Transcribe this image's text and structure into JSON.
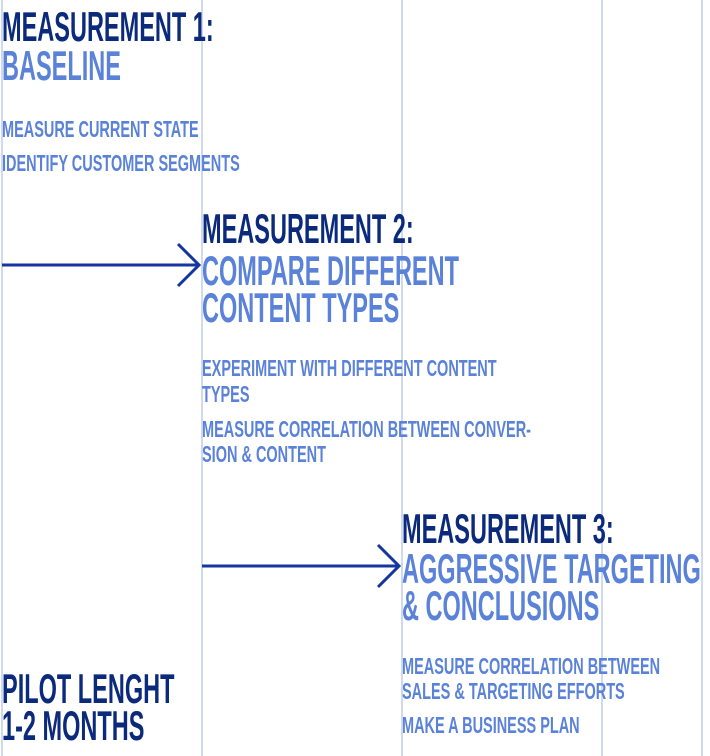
{
  "stage1": {
    "title": "MEASUREMENT 1:",
    "subtitle": [
      "BASELINE"
    ],
    "items": [
      [
        "MEASURE CURRENT STATE"
      ],
      [
        "IDENTIFY CUSTOMER SEGMENTS"
      ]
    ]
  },
  "stage2": {
    "title": "MEASUREMENT 2:",
    "subtitle": [
      "COMPARE DIFFERENT",
      "CONTENT TYPES"
    ],
    "items": [
      [
        "EXPERIMENT WITH DIFFERENT CONTENT",
        "TYPES"
      ],
      [
        "MEASURE CORRELATION BETWEEN CONVER-",
        "SION & CONTENT"
      ]
    ]
  },
  "stage3": {
    "title": "MEASUREMENT 3:",
    "subtitle": [
      "AGGRESSIVE TARGETING",
      "& CONCLUSIONS"
    ],
    "items": [
      [
        "MEASURE CORRELATION BETWEEN",
        "SALES & TARGETING EFFORTS"
      ],
      [
        "MAKE A BUSINESS PLAN"
      ]
    ]
  },
  "pilot": {
    "lines": [
      "PILOT LENGHT",
      "1-2 MONTHS"
    ]
  },
  "colors": {
    "dark": "#0b2a7c",
    "light": "#5a82d8",
    "grid": "#cfdaf1",
    "arrow": "#1536a0"
  }
}
